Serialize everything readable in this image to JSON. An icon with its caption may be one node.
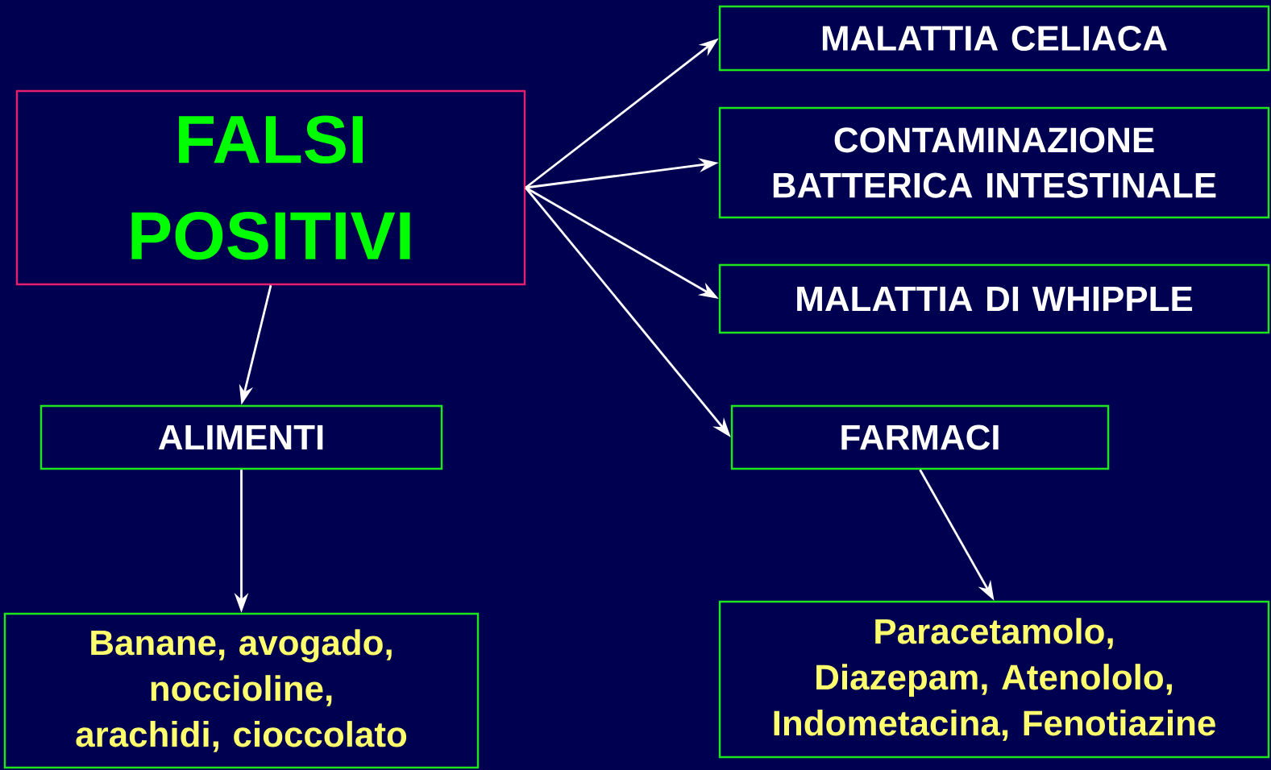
{
  "diagram": {
    "nodes": [
      {
        "text": [
          "FALSI POSITIVI"
        ]
      },
      {
        "text": [
          "MALATTIA CELIACA"
        ]
      },
      {
        "text": [
          "CONTAMINAZIONE BATTERICA INTESTINALE"
        ]
      },
      {
        "text": [
          "MALATTIA DI WHIPPLE"
        ]
      },
      {
        "text": [
          "ALIMENTI"
        ]
      },
      {
        "text": [
          "FARMACI"
        ]
      },
      {
        "text": [
          "Banane, avogado, noccioline, arachidi, cioccolato"
        ]
      },
      {
        "text": [
          "Paracetamolo, Diazepam, Atenololo, Indometacina, Fenotiazine"
        ]
      }
    ],
    "edges": [
      {
        "from": 0,
        "to": 1,
        "arrow": "to"
      },
      {
        "from": 0,
        "to": 2,
        "arrow": "to"
      },
      {
        "from": 0,
        "to": 3,
        "arrow": "to"
      },
      {
        "from": 0,
        "to": 5,
        "arrow": "to"
      },
      {
        "from": 0,
        "to": 4,
        "arrow": "to"
      },
      {
        "from": 4,
        "to": 6,
        "arrow": "to"
      },
      {
        "from": 5,
        "to": 7,
        "arrow": "to"
      }
    ]
  }
}
